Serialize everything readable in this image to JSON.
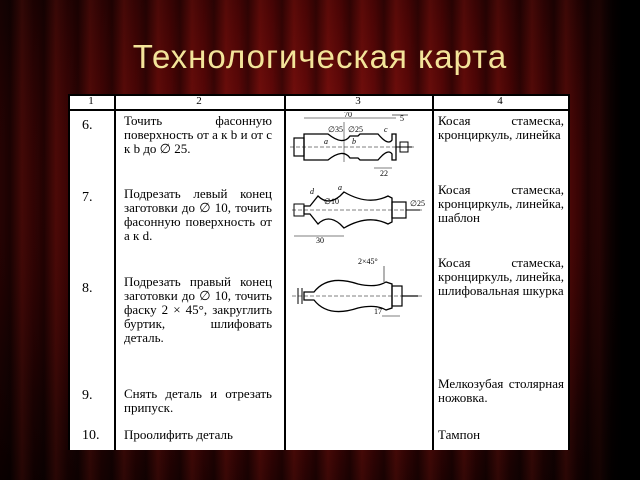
{
  "slide": {
    "title": "Технологическая карта"
  },
  "table": {
    "headers": [
      "1",
      "2",
      "3",
      "4"
    ],
    "rows": [
      {
        "num": "6.",
        "operation": "Точить фасонную поверхность от a к b и от c к b до ∅ 25.",
        "tools": "Косая стамеска, кронциркуль, линейка"
      },
      {
        "num": "7.",
        "operation": "Подрезать левый конец заготовки до ∅ 10, точить фасонную поверхность от a к d.",
        "tools": "Косая стамеска, кронциркуль, линейка, шаблон"
      },
      {
        "num": "8.",
        "operation": "Подрезать правый конец заготовки до ∅ 10, точить фаску 2 × 45°, закруглить буртик, шлифовать деталь.",
        "tools": "Косая стамеска, кронциркуль, линейка, шлифовальная шкурка"
      },
      {
        "num": "9.",
        "operation": "Снять деталь и отрезать припуск.",
        "tools": "Мелкозубая столярная ножовка."
      },
      {
        "num": "10.",
        "operation": "Проолифить деталь",
        "tools": "Тампон"
      }
    ]
  },
  "sketches": {
    "sketch1": {
      "dims": [
        "70",
        "5",
        "∅35",
        "∅25",
        "a",
        "b",
        "c",
        "22"
      ]
    },
    "sketch2": {
      "dims": [
        "a",
        "d",
        "∅10",
        "∅25",
        "30"
      ]
    },
    "sketch3": {
      "dims": [
        "2×45°",
        "17"
      ]
    }
  },
  "colors": {
    "title": "#f3e49a",
    "background": "#5a0707",
    "sheet": "#ffffff"
  }
}
